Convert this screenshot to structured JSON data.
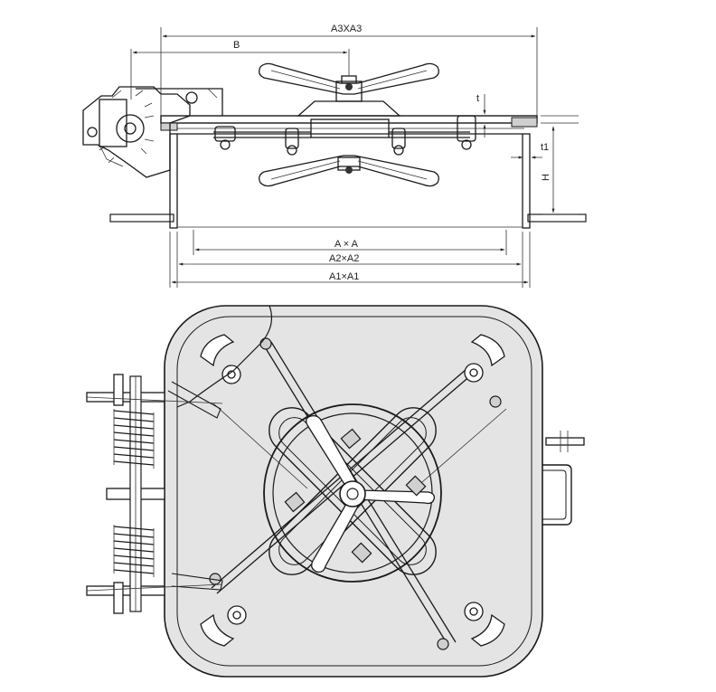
{
  "diagram": {
    "side_view": {
      "dimensions": {
        "overall_top": "A3XA3",
        "offset": "B",
        "plate_thickness": "t",
        "frame_thickness": "t1",
        "height": "H",
        "clear_opening": "A × A",
        "frame_outer": "A2×A2",
        "flange_outer": "A1×A1"
      }
    },
    "plan_view": {}
  }
}
